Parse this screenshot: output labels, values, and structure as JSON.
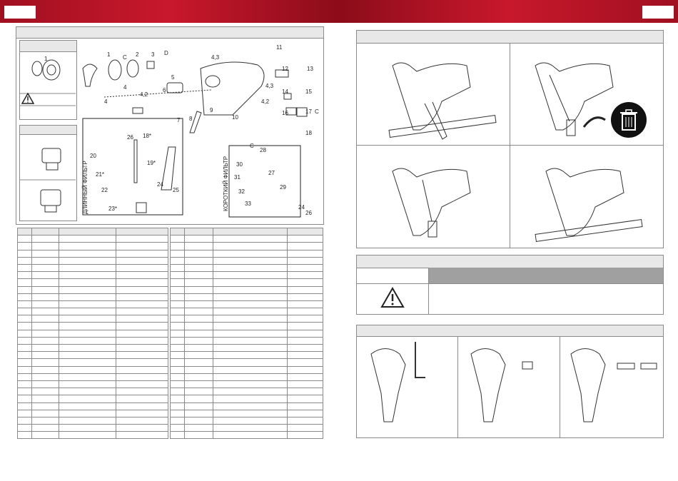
{
  "labels": {
    "exploded": [
      "1",
      "1",
      "C",
      "2",
      "3",
      "D",
      "4,3",
      "11",
      "4",
      "5",
      "6",
      "4",
      "4,2",
      "12",
      "13",
      "14",
      "15",
      "16",
      "17",
      "C",
      "18",
      "7",
      "8",
      "9",
      "10",
      "4,3",
      "4,2",
      "18*",
      "19*",
      "20",
      "21*",
      "22",
      "23*",
      "24",
      "25",
      "26",
      "C",
      "27",
      "28",
      "30",
      "31",
      "32",
      "33",
      "29",
      "24",
      "26"
    ],
    "long_filter": "ДЛИННЫЙ ФИЛЬТР",
    "short_filter": "КОРОТКИЙ ФИЛЬТР"
  },
  "colors": {
    "banner": "#c8182c",
    "header": "#e8e8e8",
    "warning_bar": "#a0a0a0"
  },
  "icons": [
    "warning-icon",
    "trash-icon",
    "arrow-icon"
  ]
}
